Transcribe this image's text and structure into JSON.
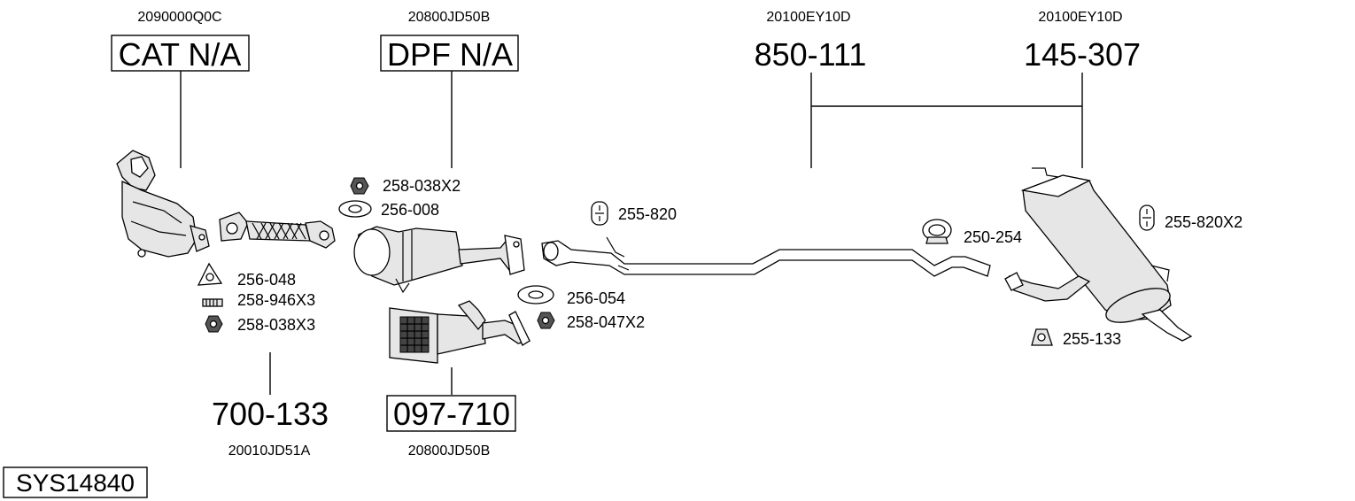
{
  "system_code": "SYS14840",
  "groups": [
    {
      "oe_number": "2090000Q0C",
      "main_label": "CAT N/A",
      "boxed": true
    },
    {
      "oe_number": "20800JD50B",
      "main_label": "DPF N/A",
      "boxed": true
    },
    {
      "oe_number": "20100EY10D",
      "main_label": "850-111",
      "boxed": false
    },
    {
      "oe_number": "20100EY10D",
      "main_label": "145-307",
      "boxed": false
    },
    {
      "oe_number": "20010JD51A",
      "main_label": "700-133",
      "boxed": false
    },
    {
      "oe_number": "20800JD50B",
      "main_label": "097-710",
      "boxed": true
    }
  ],
  "accessories": [
    {
      "code": "258-038X2",
      "icon": "nut-icon"
    },
    {
      "code": "256-008",
      "icon": "gasket-icon"
    },
    {
      "code": "255-820",
      "icon": "rubber-mount-icon"
    },
    {
      "code": "250-254",
      "icon": "clamp-icon"
    },
    {
      "code": "255-820X2",
      "icon": "rubber-mount-icon"
    },
    {
      "code": "256-048",
      "icon": "gasket-icon"
    },
    {
      "code": "258-946X3",
      "icon": "stud-bolt-icon"
    },
    {
      "code": "258-038X3",
      "icon": "nut-icon"
    },
    {
      "code": "256-054",
      "icon": "gasket-icon"
    },
    {
      "code": "258-047X2",
      "icon": "nut-icon"
    },
    {
      "code": "255-133",
      "icon": "rubber-hanger-icon"
    }
  ],
  "colors": {
    "line": "#000000",
    "part_fill": "#e6e6e6",
    "background": "#ffffff"
  }
}
